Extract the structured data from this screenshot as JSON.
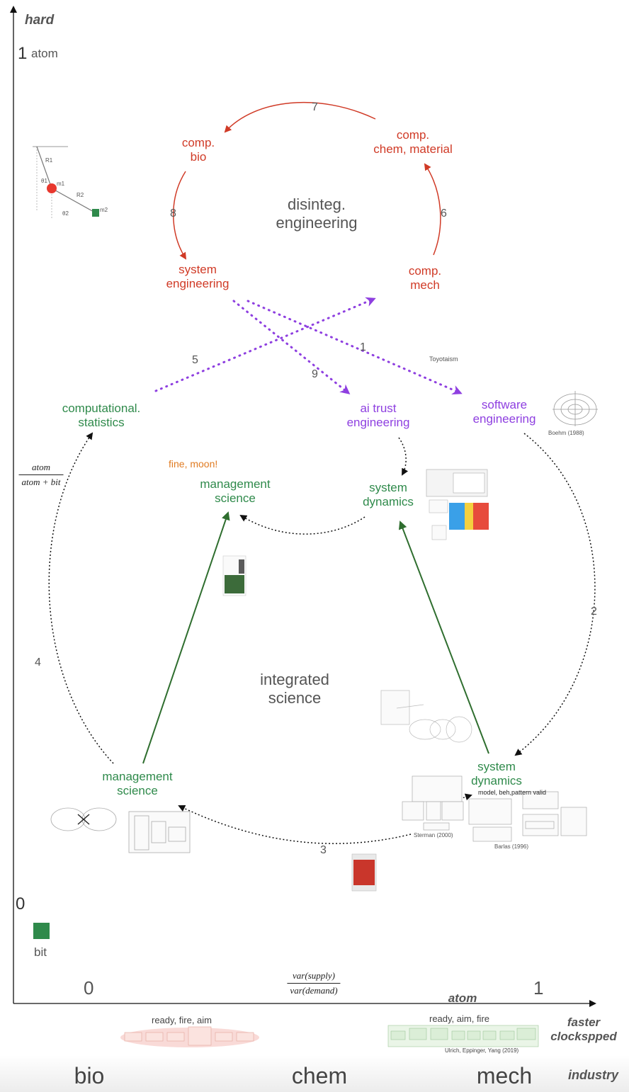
{
  "axes": {
    "y_top_label": "hard",
    "y_one": "1",
    "y_one_unit": "atom",
    "y_zero": "0",
    "y_zero_unit": "bit",
    "y_ratio_num": "atom",
    "y_ratio_den": "atom + bit",
    "x_zero": "0",
    "x_one": "1",
    "x_ratio_num": "var(supply)",
    "x_ratio_den": "var(demand)",
    "x_end_label": "atom",
    "faster_line1": "faster",
    "faster_line2": "clockspped",
    "industry_label": "industry"
  },
  "regions": {
    "disinteg_line1": "disinteg.",
    "disinteg_line2": "engineering",
    "integrated_line1": "integrated",
    "integrated_line2": "science"
  },
  "nodes": {
    "comp_bio": [
      "comp.",
      "bio"
    ],
    "comp_chem": [
      "comp.",
      "chem, material"
    ],
    "system_engineering": [
      "system",
      "engineering"
    ],
    "comp_mech": [
      "comp.",
      "mech"
    ],
    "computational_statistics": [
      "computational.",
      "statistics"
    ],
    "ai_trust": [
      "ai trust",
      "engineering"
    ],
    "software_engineering": [
      "software",
      "engineering"
    ],
    "mgmt_science_top": [
      "management",
      "science"
    ],
    "system_dynamics_top": [
      "system",
      "dynamics"
    ],
    "mgmt_science_bottom": [
      "management",
      "science"
    ],
    "system_dynamics_bottom": [
      "system",
      "dynamics"
    ]
  },
  "annotations": {
    "fine_moon": "fine, moon!",
    "toyotaism": "Toyotaism",
    "boehm": "Boehm (1988)",
    "sterman": "Sterman (2000)",
    "barlas": "Barlas (1996)",
    "model_beh": "model, beh,pattern valid",
    "ready_fire_aim": "ready, fire, aim",
    "ready_aim_fire": "ready, aim, fire",
    "ulrich": "Ulrich, Eppinger, Yang (2019)"
  },
  "edge_numbers": {
    "e1": "1",
    "e2": "2",
    "e3": "3",
    "e4": "4",
    "e5": "5",
    "e6": "6",
    "e7": "7",
    "e8": "8",
    "e9": "9"
  },
  "bottom_labels": {
    "bio": "bio",
    "chem": "chem",
    "mech": "mech"
  },
  "book_title": "MACHINE CHANGED WORLD",
  "colors": {
    "red": "#d03a26",
    "green": "#2f8a4b",
    "purple": "#8e3fe0",
    "bit_square": "#2f8a4b",
    "pendulum_bob": "#e8382e"
  }
}
